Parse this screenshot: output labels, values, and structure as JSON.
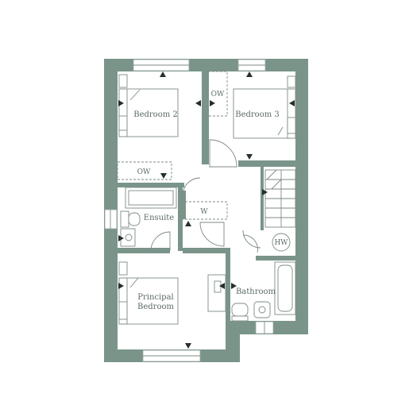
{
  "colors": {
    "wall": "#7a948a",
    "line": "#7d8a84",
    "text": "#5c6b64",
    "marker": "#25302b"
  },
  "rooms": {
    "bedroom_2": "Bedroom 2",
    "bedroom_3": "Bedroom 3",
    "ensuite": "Ensuite",
    "principal_bedroom_line1": "Principal",
    "principal_bedroom_line2": "Bedroom",
    "bathroom": "Bathroom"
  },
  "fixtures": {
    "wardrobe_bed2": "OW",
    "wardrobe_bed3": "OW",
    "cupboard": "W",
    "hot_water": "HW"
  }
}
